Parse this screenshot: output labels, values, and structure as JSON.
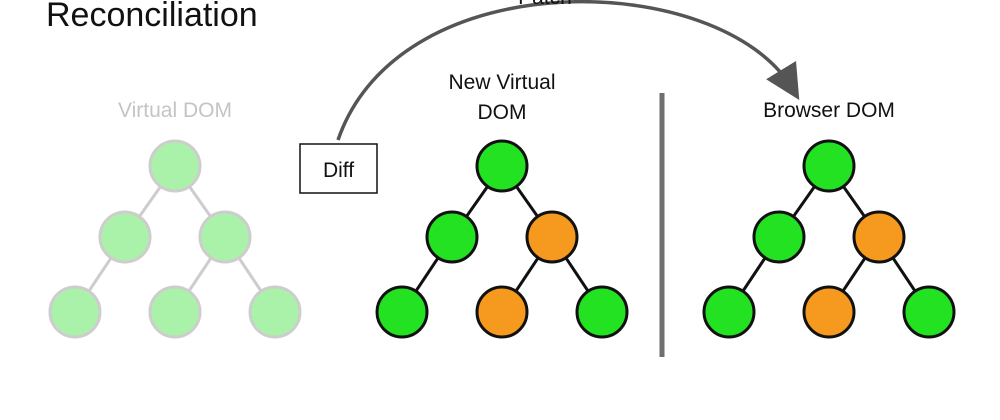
{
  "title": "Reconciliation",
  "arrow_label": "Patch",
  "diff_label": "Diff",
  "colors": {
    "green": "#22e222",
    "orange": "#f59a1f",
    "faded_green": "#aaf2aa",
    "faded_stroke": "#cdcdcd",
    "stroke": "#111111",
    "divider": "#6f6f6f",
    "arrow": "#555555"
  },
  "trees": [
    {
      "id": "virtual-dom",
      "label_lines": [
        "Virtual DOM"
      ],
      "faded": true,
      "nodes": [
        "unchanged",
        "unchanged",
        "unchanged",
        "unchanged",
        "unchanged",
        "unchanged"
      ]
    },
    {
      "id": "new-virtual-dom",
      "label_lines": [
        "New Virtual",
        "DOM"
      ],
      "faded": false,
      "nodes": [
        "unchanged",
        "unchanged",
        "changed",
        "unchanged",
        "changed",
        "unchanged"
      ]
    },
    {
      "id": "browser-dom",
      "label_lines": [
        "Browser DOM"
      ],
      "faded": false,
      "nodes": [
        "unchanged",
        "unchanged",
        "changed",
        "unchanged",
        "changed",
        "unchanged"
      ]
    }
  ]
}
